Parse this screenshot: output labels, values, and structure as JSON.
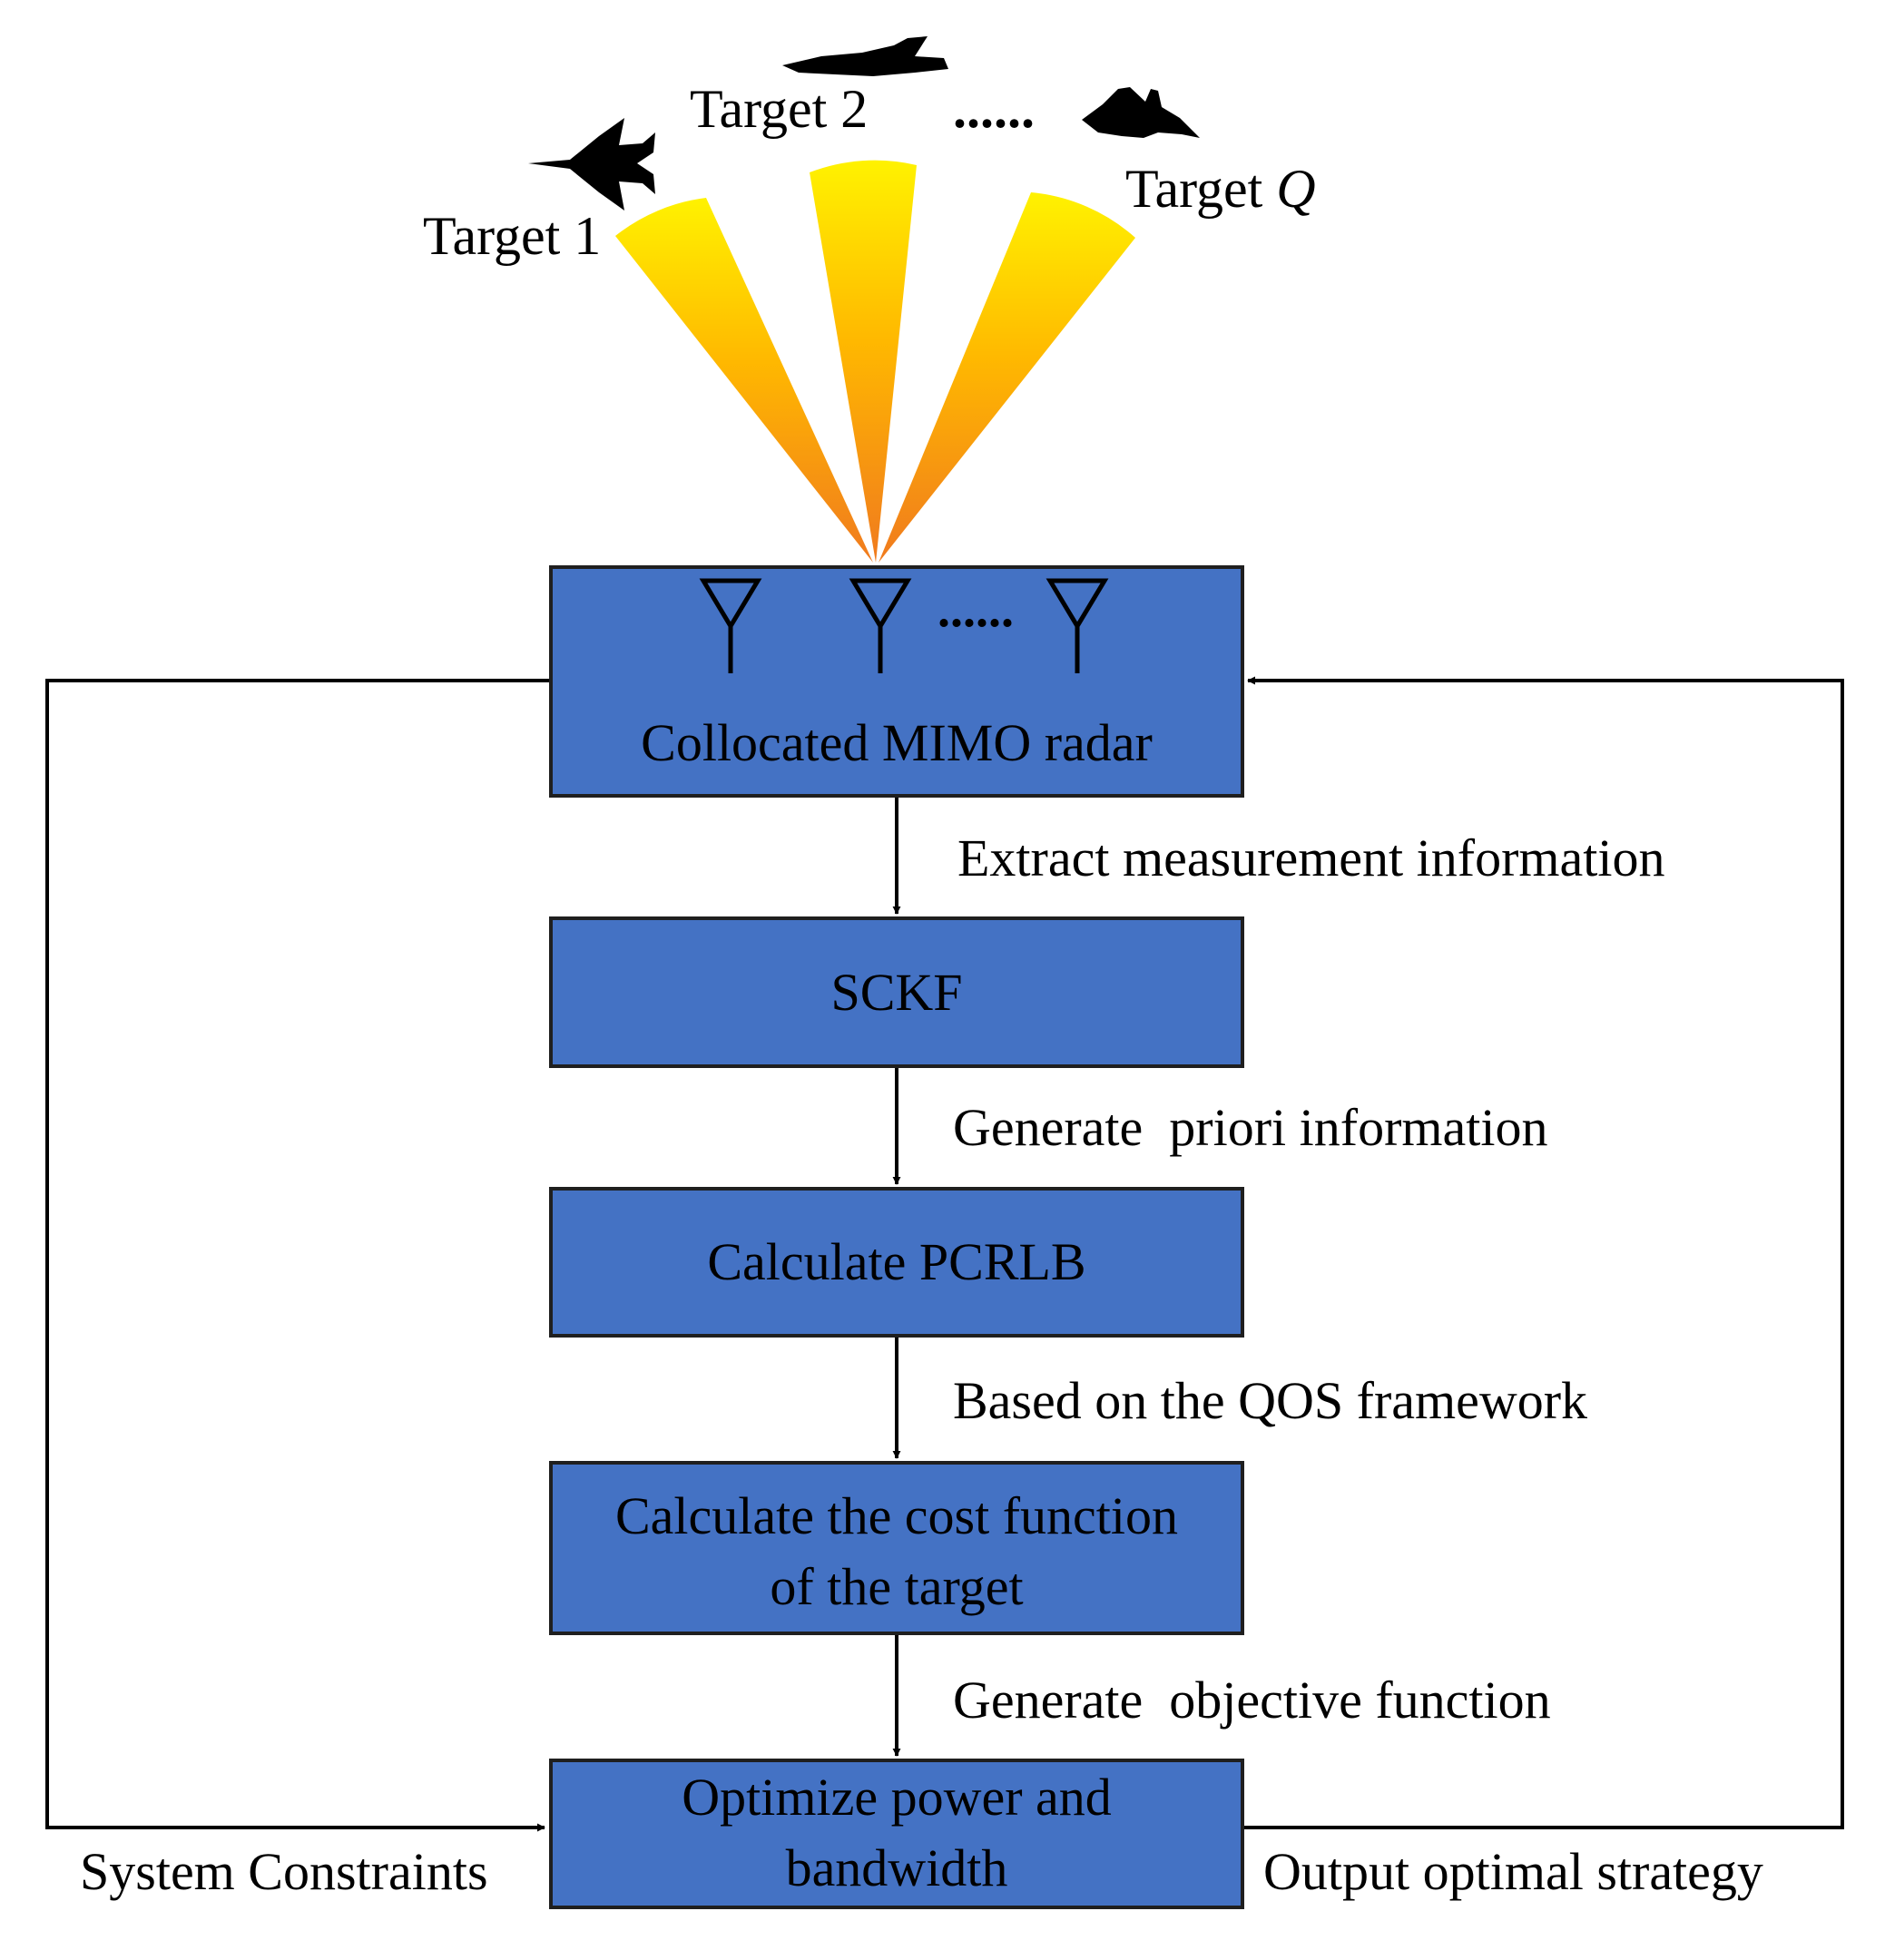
{
  "targets": {
    "t1_label": "Target 1",
    "t2_label": "Target 2",
    "tq_prefix": "Target ",
    "tq_suffix": "Q",
    "ellipsis": "......"
  },
  "antenna_ellipsis": "......",
  "boxes": {
    "radar": "Collocated MIMO radar",
    "sckf": "SCKF",
    "pcrlb": "Calculate PCRLB",
    "cost_line1": "Calculate the cost function",
    "cost_line2": "of the target",
    "opt_line1": "Optimize power  and",
    "opt_line2": "bandwidth"
  },
  "edges": {
    "e1": "Extract measurement information",
    "e2": "Generate  priori information",
    "e3": "Based on the QOS framework",
    "e4": "Generate  objective function",
    "left": "System Constraints",
    "right": "Output optimal strategy"
  },
  "colors": {
    "box_fill": "#4472C4",
    "box_stroke": "#1F1F1F",
    "beam_top": "#FFF200",
    "beam_bottom": "#F07A1E"
  }
}
